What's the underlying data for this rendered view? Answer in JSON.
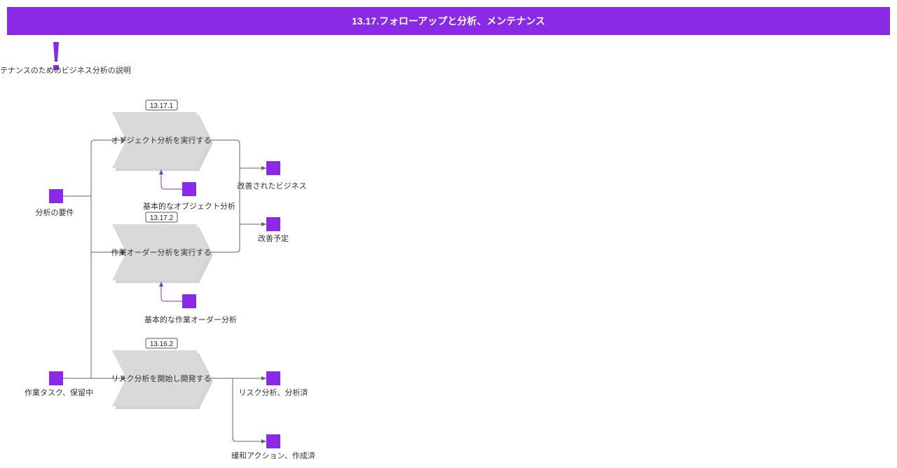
{
  "colors": {
    "accent": "#8a29e6",
    "process_fill": "#d9d9d9",
    "connector": "#666666",
    "support_connector": "#7b3f9e"
  },
  "header": {
    "title": "13.17.フォローアップと分析、メンテナンス"
  },
  "note": {
    "icon": "exclamation-icon",
    "label": "テナンスのためのビジネス分析の説明"
  },
  "inputs": [
    {
      "label": "分析の要件"
    },
    {
      "label": "作業タスク、保留中"
    }
  ],
  "processes": [
    {
      "id": "13.17.1",
      "label": "オブジェクト分析を実行する",
      "support": "基本的なオブジェクト分析"
    },
    {
      "id": "13.17.2",
      "label": "作業オーダー分析を実行する",
      "support": "基本的な作業オーダー分析"
    },
    {
      "id": "13.16.2",
      "label": "リスク分析を開始し開発する"
    }
  ],
  "outputs": [
    {
      "label": "改善されたビジネス"
    },
    {
      "label": "改善予定"
    },
    {
      "label": "リスク分析、分析済"
    },
    {
      "label": "緩和アクション、作成済"
    }
  ]
}
